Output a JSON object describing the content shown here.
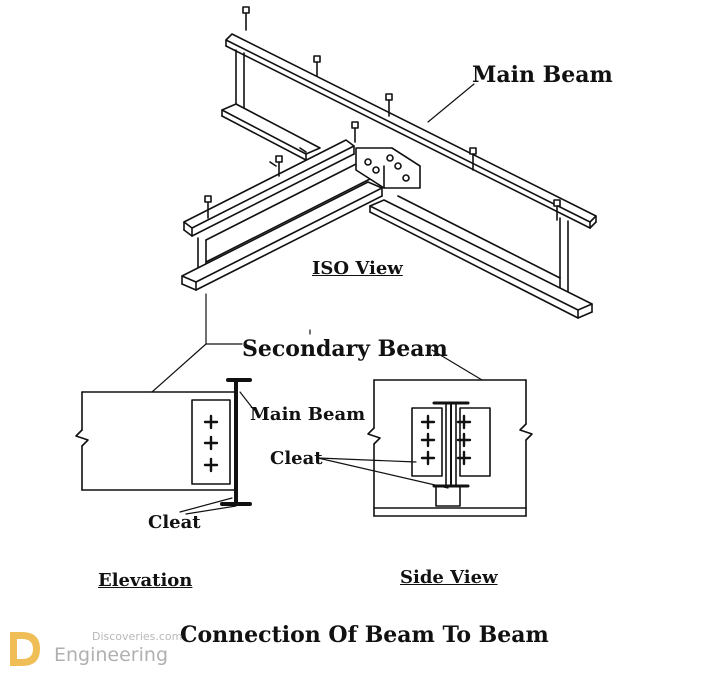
{
  "labels": {
    "main_beam_iso": "Main Beam",
    "iso_view": "ISO View",
    "secondary_beam": "Secondary Beam",
    "main_beam_detail": "Main Beam",
    "cleat_elevation": "Cleat",
    "cleat_side": "Cleat",
    "elevation": "Elevation",
    "side_view": "Side View",
    "title": "Connection Of Beam To Beam"
  },
  "watermark": {
    "line1": "Discoveries.com",
    "line2": "Engineering",
    "accent_color": "#e9a81e"
  },
  "colors": {
    "line": "#111111",
    "background": "#ffffff"
  }
}
